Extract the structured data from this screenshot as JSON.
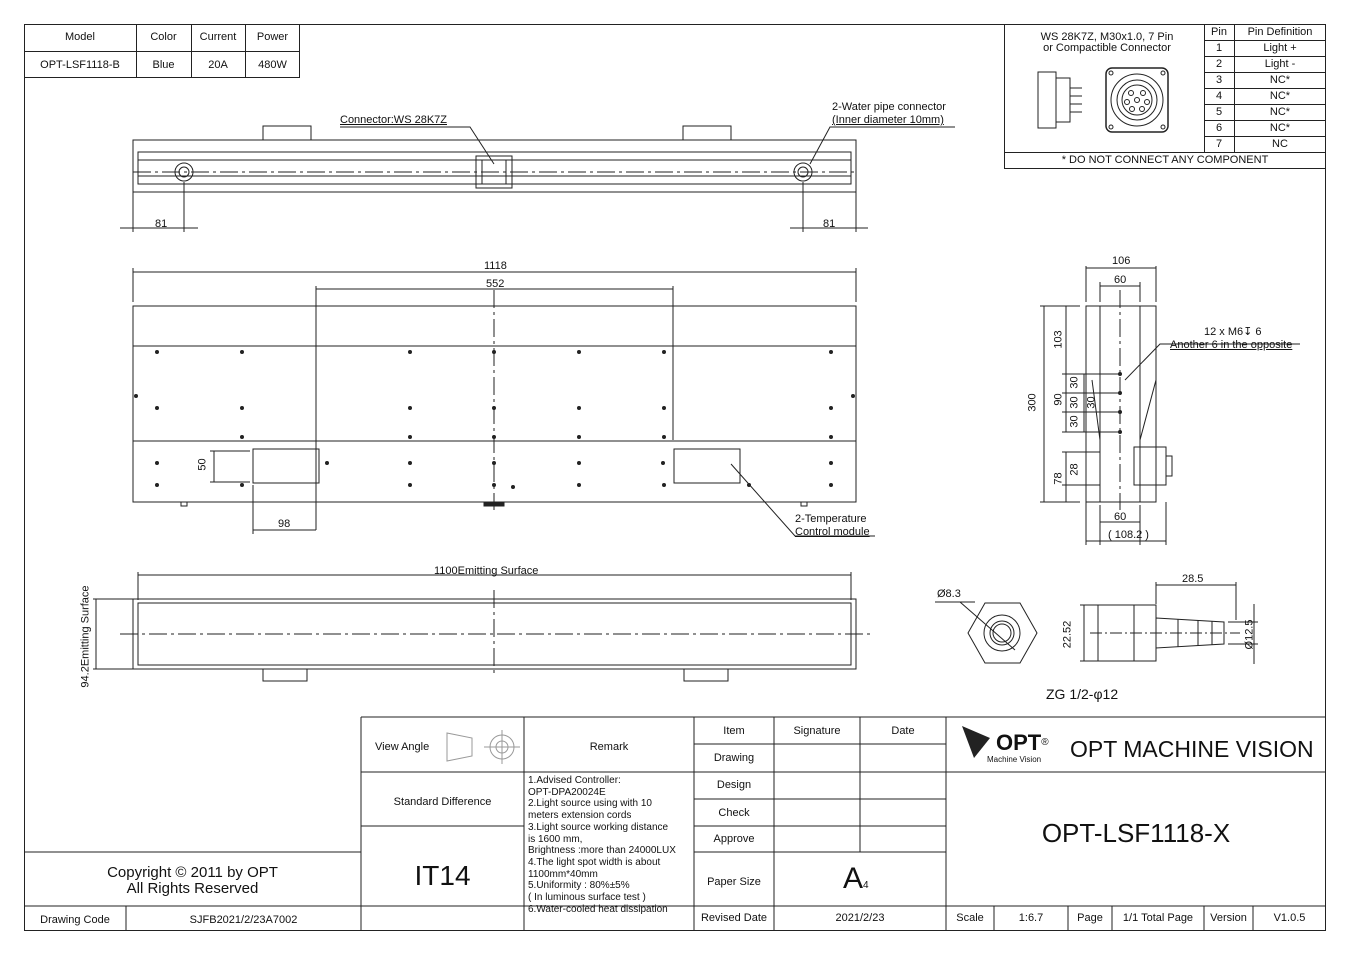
{
  "spec_table": {
    "headers": [
      "Model",
      "Color",
      "Current",
      "Power"
    ],
    "values": [
      "OPT-LSF1118-B",
      "Blue",
      "20A",
      "480W"
    ]
  },
  "connector_box": {
    "description_line1": "WS 28K7Z, M30x1.0, 7 Pin",
    "description_line2": "or Compactible Connector",
    "pin_header": "Pin",
    "definition_header": "Pin Definition",
    "pins": [
      {
        "pin": "1",
        "def": "Light +"
      },
      {
        "pin": "2",
        "def": "Light -"
      },
      {
        "pin": "3",
        "def": "NC*"
      },
      {
        "pin": "4",
        "def": "NC*"
      },
      {
        "pin": "5",
        "def": "NC*"
      },
      {
        "pin": "6",
        "def": "NC*"
      },
      {
        "pin": "7",
        "def": "NC"
      }
    ],
    "note": "* DO NOT CONNECT ANY COMPONENT"
  },
  "top_view": {
    "connector_label": "Connector:WS 28K7Z",
    "water_label_1": "2-Water pipe connector",
    "water_label_2": "(Inner diameter 10mm)",
    "dim_left": "81",
    "dim_right": "81"
  },
  "front_view": {
    "dim_overall": "1118",
    "dim_holes": "552",
    "dim_module_h": "50",
    "dim_module_w": "98",
    "temp_label_1": "2-Temperature",
    "temp_label_2": "Control module"
  },
  "bottom_view": {
    "dim_emitting_len": "1100Emitting Surface",
    "dim_emitting_wid": "94.2Emitting Surface"
  },
  "side_view": {
    "dim_106": "106",
    "dim_60_top": "60",
    "dim_103": "103",
    "dim_300": "300",
    "dim_90": "90",
    "dim_30a": "30",
    "dim_30b": "30",
    "dim_30c": "30",
    "dim_30d": "30",
    "dim_28": "28",
    "dim_78": "78",
    "dim_60_bot": "60",
    "dim_108": "( 108.2 )",
    "holes_note": "12 x M6↧ 6",
    "holes_note_2": "Another 6 in the opposite"
  },
  "fitting_view": {
    "dim_phi83": "Ø8.3",
    "dim_285": "28.5",
    "dim_2252": "22.52",
    "dim_phi125": "Ø12.5",
    "thread_label": "ZG 1/2-φ12"
  },
  "title_block": {
    "view_angle": "View Angle",
    "remark_header": "Remark",
    "standard_difference": "Standard Difference",
    "tolerance": "IT14",
    "remarks": [
      "1.Advised Controller:",
      "   OPT-DPA20024E",
      "2.Light source using with 10",
      "   meters extension cords",
      "3.Light source working distance",
      "   is 1600 mm,",
      "   Brightness :more than 24000LUX",
      "4.The light spot width is about",
      "   1100mm*40mm",
      "5.Uniformity :  80%±5%",
      "   ( In luminous surface test )",
      "6.Water-cooled heat dissipation"
    ],
    "col_item": "Item",
    "col_signature": "Signature",
    "col_date": "Date",
    "row_drawing": "Drawing",
    "row_design": "Design",
    "row_check": "Check",
    "row_approve": "Approve",
    "row_paper": "Paper Size",
    "paper_size": "A",
    "paper_size_sub": "4",
    "row_revised": "Revised Date",
    "revised_date": "2021/2/23",
    "logo_text": "OPT",
    "logo_reg": "®",
    "logo_sub": "Machine Vision",
    "company": "OPT MACHINE VISION",
    "part_number": "OPT-LSF1118-X",
    "scale_label": "Scale",
    "scale_value": "1:6.7",
    "page_label": "Page",
    "page_value": "1/1 Total Page",
    "version_label": "Version",
    "version_value": "V1.0.5",
    "copyright_1": "Copyright © 2011 by OPT",
    "copyright_2": "All Rights Reserved",
    "drawing_code_label": "Drawing Code",
    "drawing_code": "SJFB2021/2/23A7002"
  },
  "colors": {
    "line": "#222222",
    "paper": "#ffffff"
  }
}
